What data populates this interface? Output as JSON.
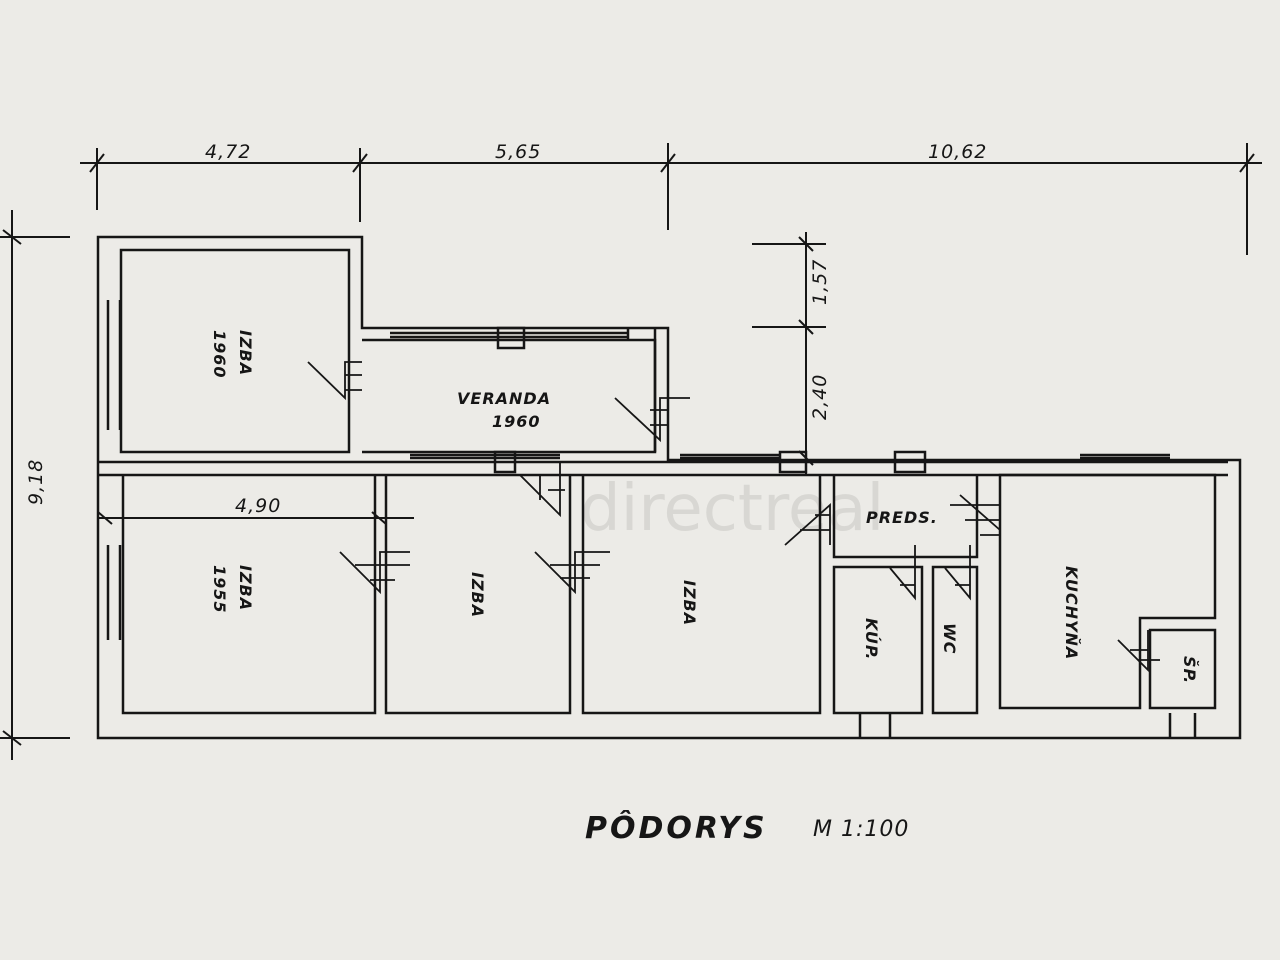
{
  "title": "PÔDORYS",
  "scale": "M 1:100",
  "watermark": "directreal",
  "dimensions": {
    "top_1": "4,72",
    "top_2": "5,65",
    "top_3": "10,62",
    "left_total": "9,18",
    "right_upper": "1,57",
    "right_lower": "2,40",
    "inner_width": "4,90"
  },
  "rooms": {
    "izba_top_left": {
      "name": "IZBA",
      "year": "1960"
    },
    "veranda": {
      "name": "VERANDA",
      "year": "1960"
    },
    "izba_bottom_left": {
      "name": "IZBA",
      "year": "1955"
    },
    "izba_middle": {
      "name": "IZBA"
    },
    "izba_right": {
      "name": "IZBA"
    },
    "predsien": {
      "name": "PREDS."
    },
    "kupelna": {
      "name": "KÚP."
    },
    "wc": {
      "name": "WC"
    },
    "kuchyna": {
      "name": "KUCHYŇA"
    },
    "spajza": {
      "name": "ŠP."
    }
  },
  "colors": {
    "ink": "#161616",
    "paper": "#ecebe7"
  }
}
